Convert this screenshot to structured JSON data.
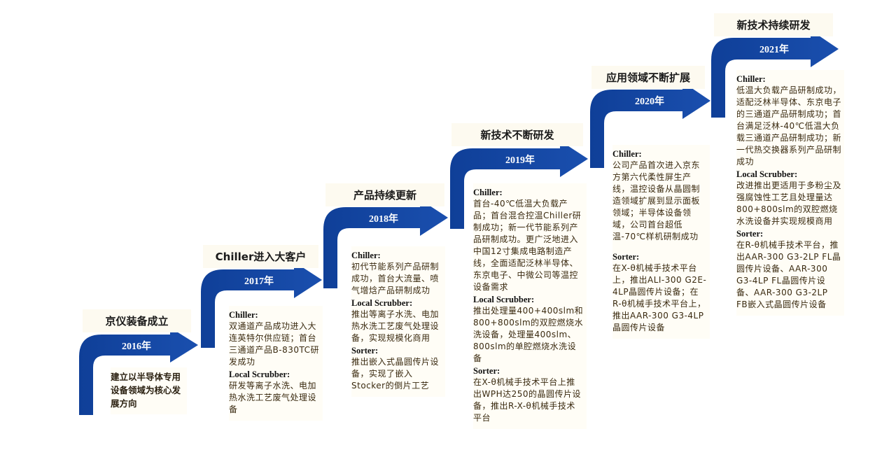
{
  "accent_color": "#1446a0",
  "stages": [
    {
      "year": "2016年",
      "title": "京仪装备成立",
      "summary": "建立以半导体专用设备领域为核心发展方向",
      "sections": []
    },
    {
      "year": "2017年",
      "title": "Chiller进入大客户",
      "sections": [
        {
          "category": "Chiller:",
          "text": "双通道产品成功进入大连英特尔供应链；首台三通道产品B-830TC研发成功"
        },
        {
          "category": "Local Scrubber:",
          "text": "研发等离子水洗、电加热水洗工艺废气处理设备"
        }
      ]
    },
    {
      "year": "2018年",
      "title": "产品持续更新",
      "sections": [
        {
          "category": "Chiller:",
          "text": "初代节能系列产品研制成功，首台大流量、喷气增焓产品研制成功"
        },
        {
          "category": "Local Scrubber:",
          "text": "推出等离子水洗、电加热水洗工艺废气处理设备，实现规模化商用"
        },
        {
          "category": "Sorter:",
          "text": "推出嵌入式晶圆传片设备，实现了嵌入Stocker的倒片工艺"
        }
      ]
    },
    {
      "year": "2019年",
      "title": "新技术不断研发",
      "sections": [
        {
          "category": "Chiller:",
          "text": "首台-40℃低温大负载产品；首台混合控温Chiller研制成功；新一代节能系列产品研制成功。更广泛地进入中国12寸集成电路制造产线，全面适配泛林半导体、东京电子、中微公司等温控设备需求"
        },
        {
          "category": "Local Scrubber:",
          "text": "推出处理量400+400slm和800+800slm的双腔燃烧水洗设备，处理量400slm、800slm的单腔燃烧水洗设备"
        },
        {
          "category": "Sorter:",
          "text": "在X-θ机械手技术平台上推出WPH达250的晶圆传片设备，推出R-X-θ机械手技术平台"
        }
      ]
    },
    {
      "year": "2020年",
      "title": "应用领域不断扩展",
      "sections": [
        {
          "category": "Chiller:",
          "text": "公司产品首次进入京东方第六代柔性屏生产线，温控设备从晶圆制造领域扩展到显示面板领域；半导体设备领域，公司首台超低温-70℃样机研制成功"
        },
        {
          "category": "Sorter:",
          "text": "在X-θ机械手技术平台上，推出ALI-300 G2E-4LP晶圆传片设备；在R-θ机械手技术平台上，推出AAR-300 G3-4LP晶圆传片设备"
        }
      ]
    },
    {
      "year": "2021年",
      "title": "新技术持续研发",
      "sections": [
        {
          "category": "Chiller:",
          "text": "低温大负载产品研制成功，适配泛林半导体、东京电子的三通道产品研制成功；首台满足泛林-40℃低温大负载三通道产品研制成功；新一代热交换器系列产品研制成功"
        },
        {
          "category": "Local Scrubber:",
          "text": "改进推出更适用于多粉尘及强腐蚀性工艺且处理量达800+800slm的双腔燃烧水洗设备并实现规模商用"
        },
        {
          "category": "Sorter:",
          "text": "在R-θ机械手技术平台，推出AAR-300 G3-2LP FL晶圆传片设备、AAR-300 G3-4LP FL晶圆传片设备、AAR-300 G3-2LP FB嵌入式晶圆传片设备"
        }
      ]
    }
  ]
}
